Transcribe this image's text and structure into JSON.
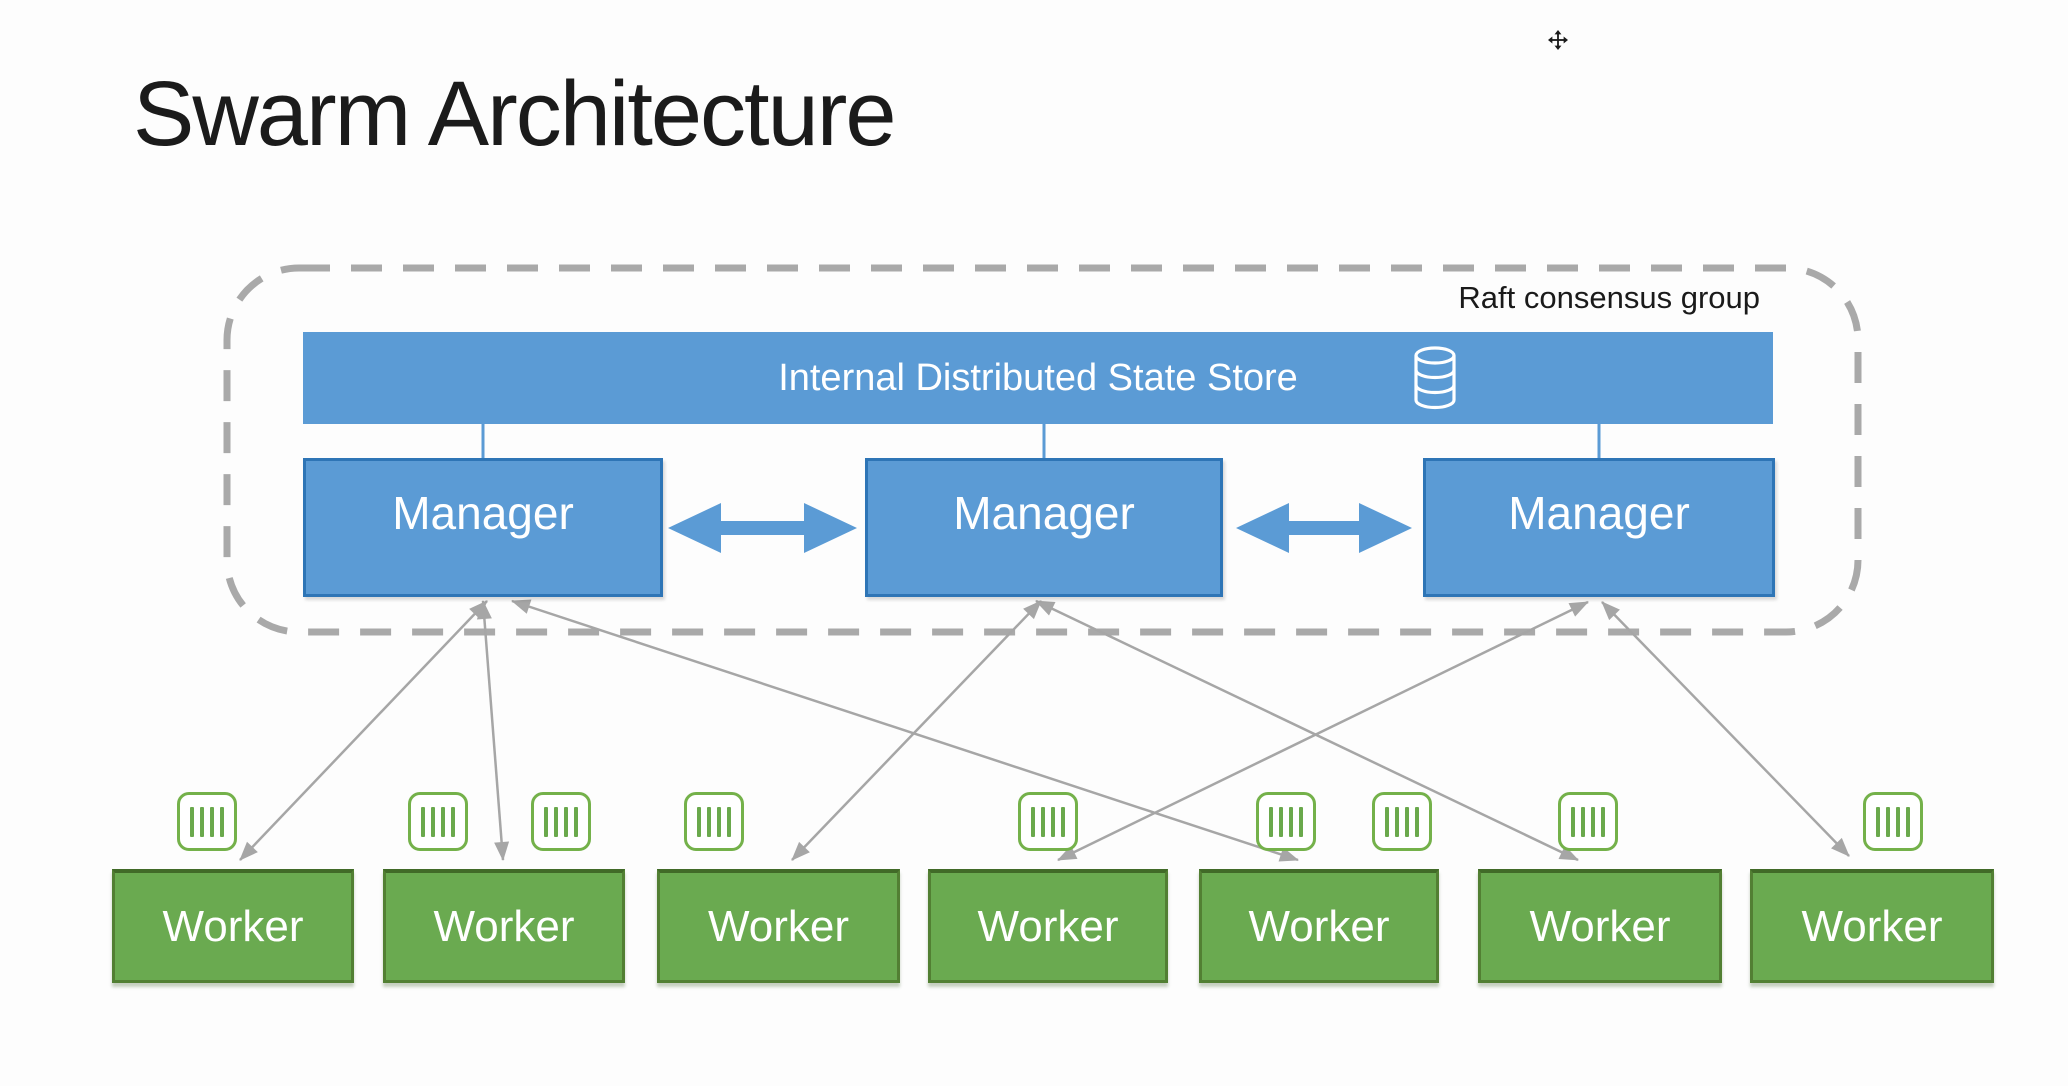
{
  "page": {
    "title": "Swarm Architecture"
  },
  "raft_group": {
    "label": "Raft consensus group",
    "state_store": {
      "label": "Internal Distributed State Store",
      "icon": "database-icon"
    },
    "managers": [
      {
        "id": "manager-1",
        "label": "Manager"
      },
      {
        "id": "manager-2",
        "label": "Manager"
      },
      {
        "id": "manager-3",
        "label": "Manager"
      }
    ],
    "manager_links": [
      {
        "from": "manager-1",
        "to": "manager-2",
        "bidirectional": true
      },
      {
        "from": "manager-2",
        "to": "manager-3",
        "bidirectional": true
      }
    ]
  },
  "workers": [
    {
      "id": "worker-1",
      "label": "Worker",
      "container_icons": 1,
      "connected_to": "manager-1"
    },
    {
      "id": "worker-2",
      "label": "Worker",
      "container_icons": 2,
      "connected_to": "manager-1"
    },
    {
      "id": "worker-3",
      "label": "Worker",
      "container_icons": 1,
      "connected_to": "manager-2"
    },
    {
      "id": "worker-4",
      "label": "Worker",
      "container_icons": 1,
      "connected_to": "manager-3"
    },
    {
      "id": "worker-5",
      "label": "Worker",
      "container_icons": 2,
      "connected_to": "manager-1"
    },
    {
      "id": "worker-6",
      "label": "Worker",
      "container_icons": 1,
      "connected_to": "manager-2"
    },
    {
      "id": "worker-7",
      "label": "Worker",
      "container_icons": 1,
      "connected_to": "manager-3"
    }
  ],
  "icons": {
    "container": "container-icon",
    "database": "database-icon",
    "cursor": "move-cursor-icon"
  },
  "colors": {
    "blue": "#5b9bd5",
    "blue_border": "#2e75b6",
    "green": "#6aaa50",
    "green_border": "#527f33",
    "icon_green": "#74b14a",
    "arrow_gray": "#a6a6a6",
    "dash_gray": "#a9a9a9",
    "title_text": "#1b1b1b",
    "box_text": "#ffffff"
  }
}
